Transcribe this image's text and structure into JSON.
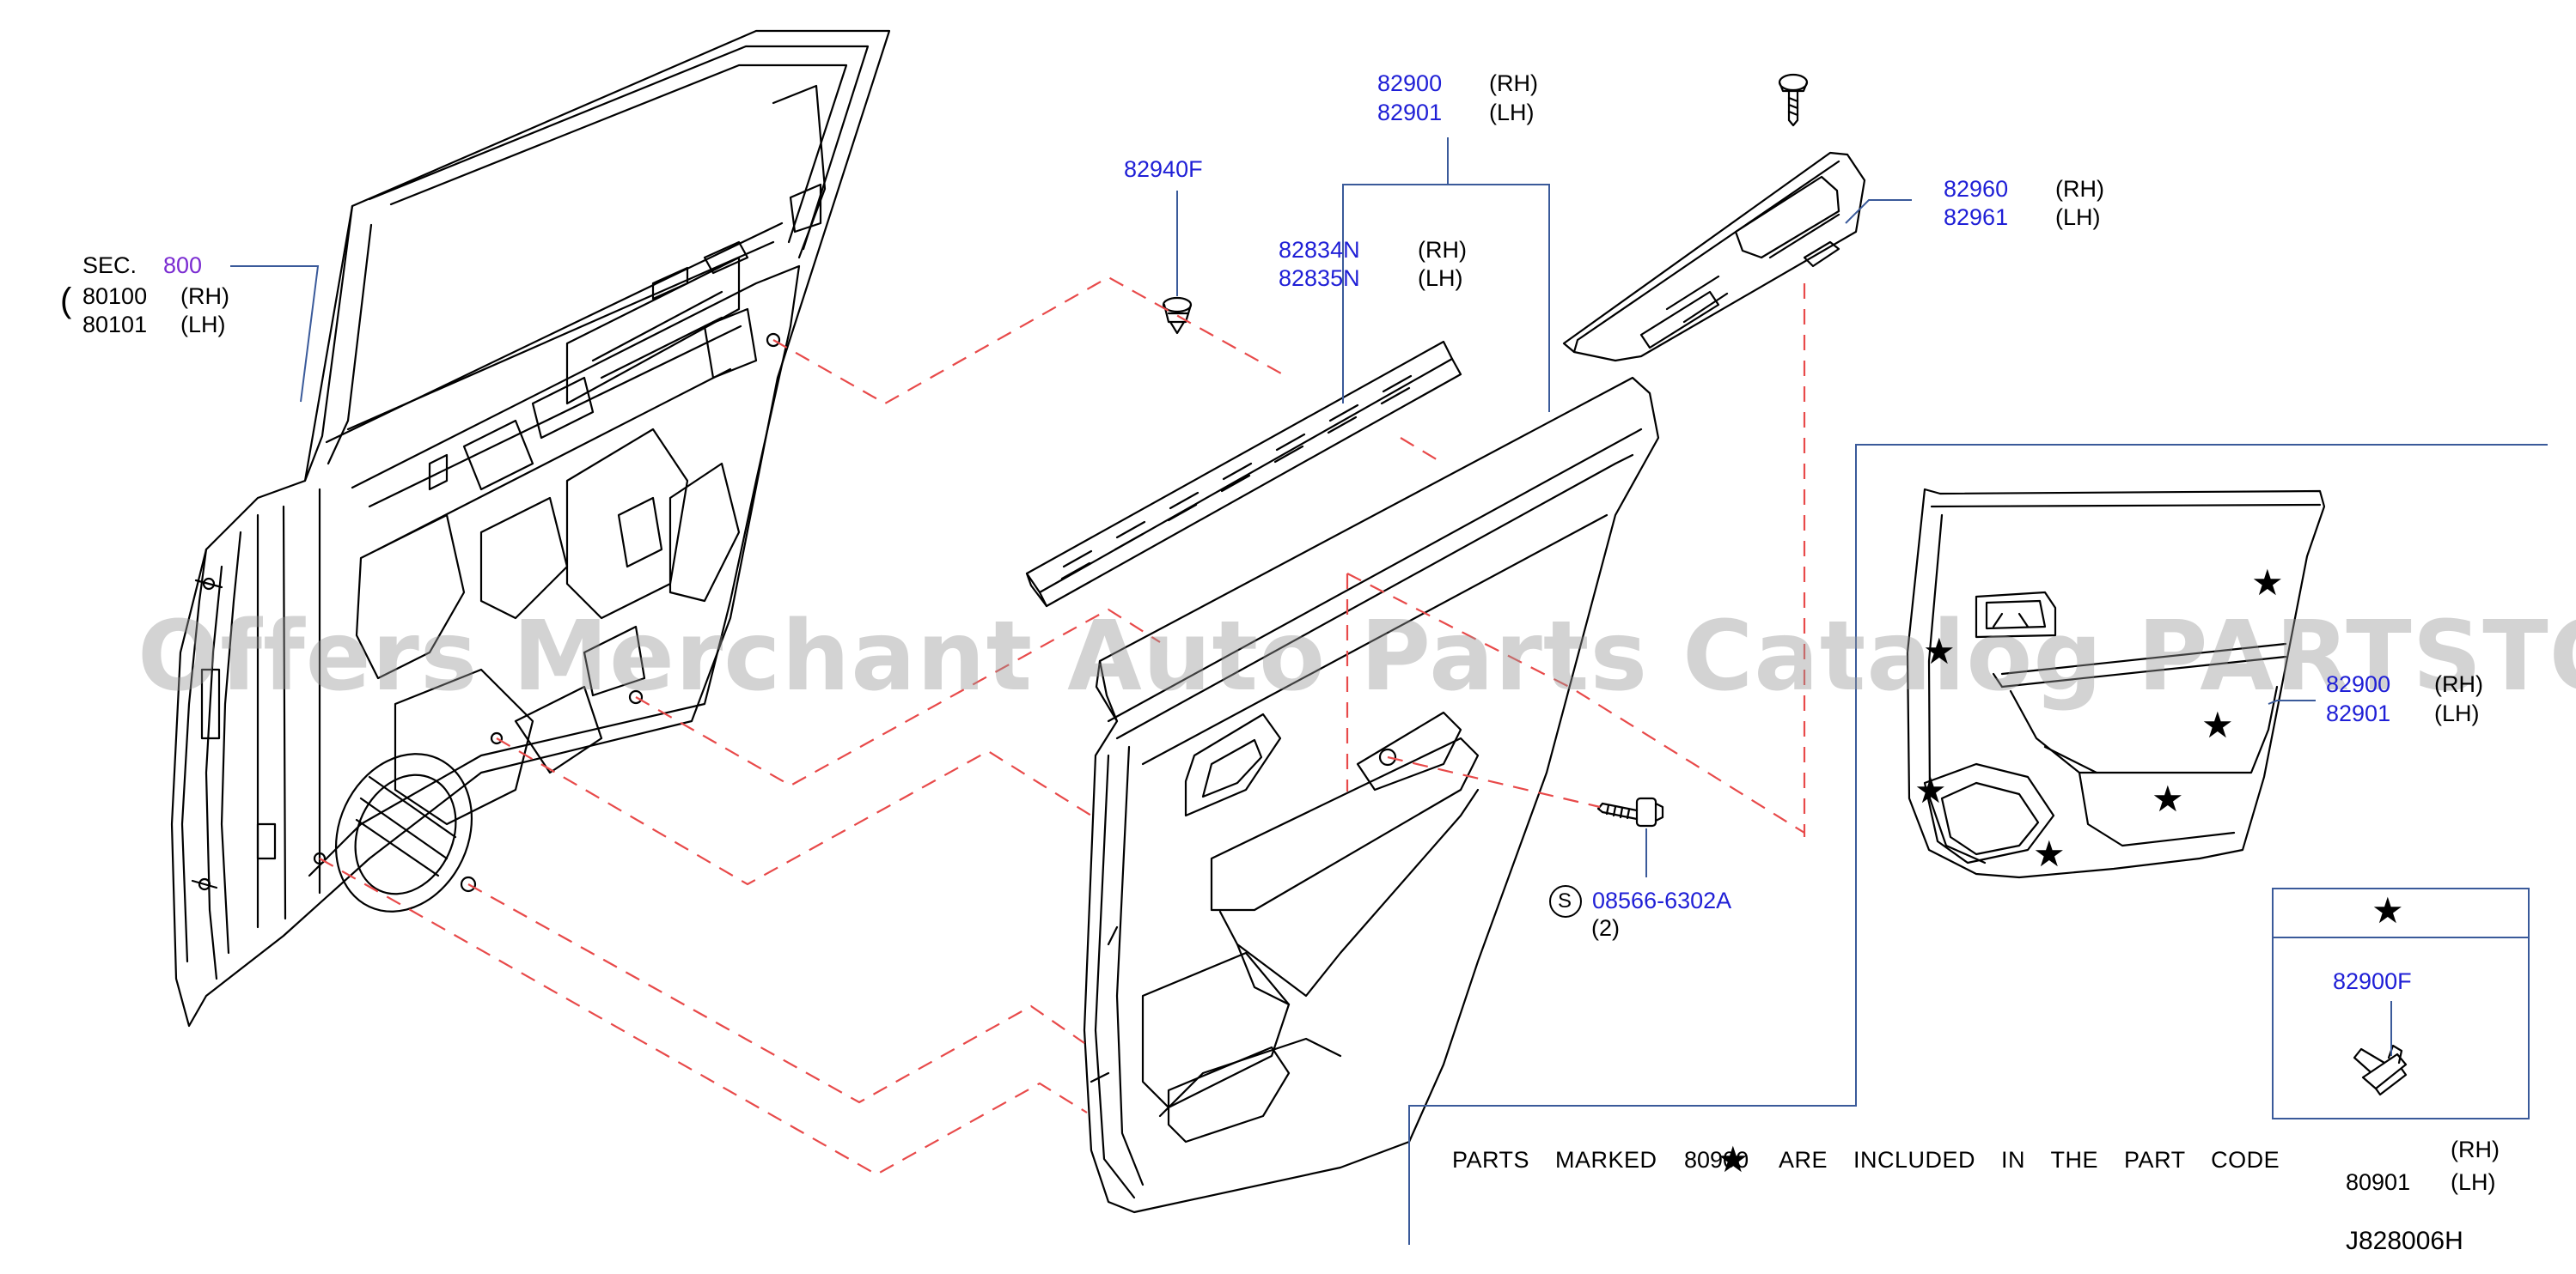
{
  "diagram": {
    "code": "J828006H",
    "watermark": "Offers Merchant Auto Parts Catalog PARTSTORE SA",
    "note": {
      "prefix": "PARTS  MARKED",
      "code_fragment": "80900",
      "suffix": "ARE  INCLUDED  IN  THE  PART  CODE",
      "codes": [
        {
          "code": "80901",
          "side": "(LH)"
        },
        {
          "code": "",
          "side": "(RH)"
        }
      ]
    },
    "sec": {
      "prefix": "SEC.",
      "number": "800"
    },
    "parts": {
      "p80100": {
        "code": "80100",
        "side": "(RH)"
      },
      "p80101": {
        "code": "80101",
        "side": "(LH)"
      },
      "p82940F": {
        "code": "82940F"
      },
      "p82900": {
        "code": "82900",
        "side": "(RH)"
      },
      "p82901": {
        "code": "82901",
        "side": "(LH)"
      },
      "p82834N": {
        "code": "82834N",
        "side": "(RH)"
      },
      "p82835N": {
        "code": "82835N",
        "side": "(LH)"
      },
      "p82960": {
        "code": "82960",
        "side": "(RH)"
      },
      "p82961": {
        "code": "82961",
        "side": "(LH)"
      },
      "p08566": {
        "code": "08566-6302A",
        "qty": "(2)",
        "badge": "S"
      },
      "p82900_detail": {
        "code": "82900",
        "side": "(RH)"
      },
      "p82901_detail": {
        "code": "82901",
        "side": "(LH)"
      },
      "p82900F": {
        "code": "82900F"
      }
    },
    "legend": {
      "symbol": "★"
    },
    "icons": [
      "star-icon",
      "clip-icon",
      "screw-icon",
      "bolt-icon",
      "s-badge-icon"
    ]
  }
}
